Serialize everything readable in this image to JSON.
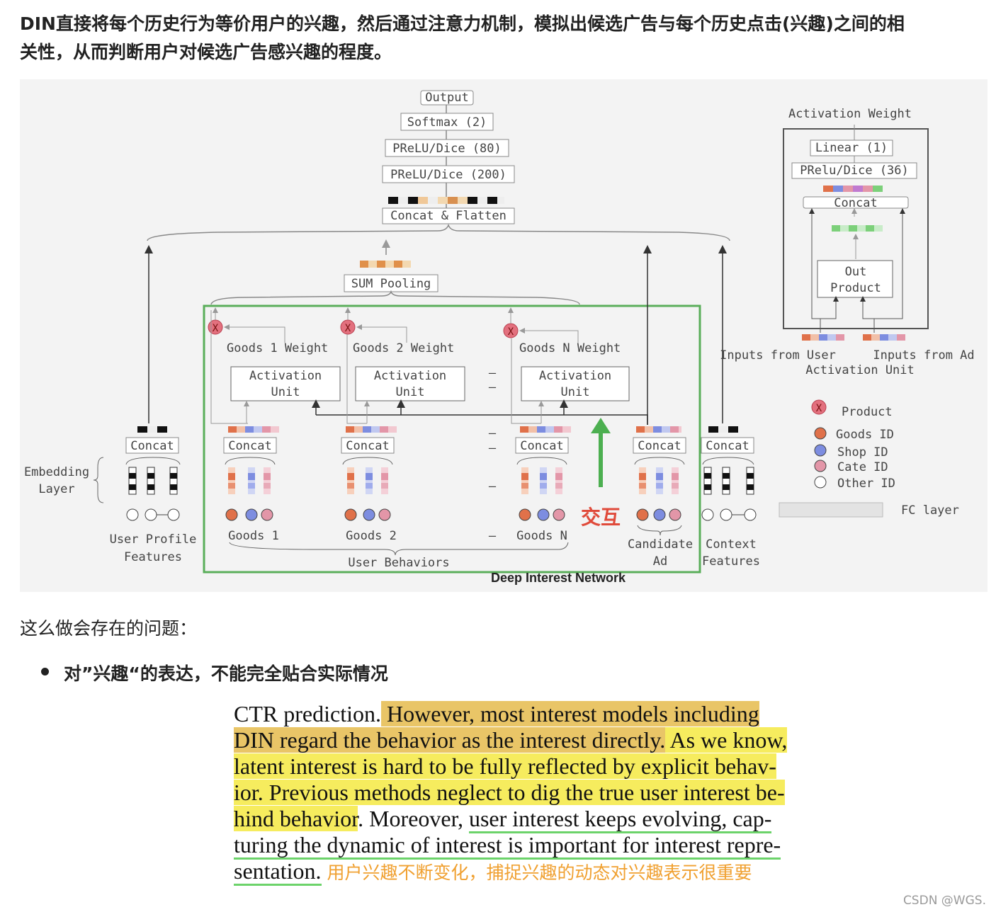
{
  "intro": {
    "line1": "DIN直接将每个历史行为等价用户的兴趣，然后通过注意力机制，模拟出候选广告与每个历史点击(兴趣)之间的相",
    "line2": "关性，从而判断用户对候选广告感兴趣的程度。"
  },
  "figure": {
    "caption": "Deep Interest Network",
    "output": "Output",
    "softmax": "Softmax (2)",
    "prelu80": "PReLU/Dice (80)",
    "prelu200": "PReLU/Dice (200)",
    "concat_flatten": "Concat & Flatten",
    "sum_pooling": "SUM Pooling",
    "goods1_weight": "Goods 1 Weight",
    "goods2_weight": "Goods 2 Weight",
    "goodsN_weight": "Goods N Weight",
    "activation_unit_l1": "Activation",
    "activation_unit_l2": "Unit",
    "concat": "Concat",
    "dash": "–",
    "goods1": "Goods 1",
    "goods2": "Goods 2",
    "goodsN": "Goods N",
    "user_behaviors": "User Behaviors",
    "candidate_ad_l1": "Candidate",
    "candidate_ad_l2": "Ad",
    "context_l1": "Context",
    "context_l2": "Features",
    "user_profile_l1": "User Profile",
    "user_profile_l2": "Features",
    "embedding_l1": "Embedding",
    "embedding_l2": "Layer",
    "interaction": "交互",
    "au_title": "Activation Weight",
    "au_linear": "Linear (1)",
    "au_prelu": "PRelu/Dice (36)",
    "au_concat": "Concat",
    "au_out_l1": "Out",
    "au_out_l2": "Product",
    "au_inputs_user": "Inputs from User",
    "au_inputs_ad": "Inputs from Ad",
    "au_caption": "Activation Unit",
    "legend_product": "Product",
    "legend_goods_id": "Goods ID",
    "legend_shop_id": "Shop ID",
    "legend_cate_id": "Cate ID",
    "legend_other_id": "Other ID",
    "legend_fc": "FC layer",
    "colors": {
      "goods": "#e0714a",
      "shop": "#7d8de0",
      "cate": "#e396a8",
      "green_box": "#5aae5a",
      "arrow_green": "#4caf50",
      "interaction_red": "#e04a3a"
    }
  },
  "problems_heading": "这么做会存在的问题：",
  "bullet": "对”兴趣“的表达，不能完全贴合实际情况",
  "excerpt": {
    "l1a": "CTR prediction.",
    "l1b": " However, most interest models including",
    "l2a": "DIN regard the behavior as the interest directly.",
    "l2b": " As we know,",
    "l3": "latent interest is hard to be fully reflected by explicit behav-",
    "l4": "ior. Previous methods neglect to dig the true user interest be-",
    "l5a": "hind behavior",
    "l5b": ". Moreover, ",
    "l5c": "user interest keeps evolving, cap-",
    "l6": "turing the dynamic of interest is important for interest repre-",
    "l7a": "sentation.",
    "l7b": "用户兴趣不断变化，捕捉兴趣的动态对兴趣表示很重要"
  },
  "watermark": "CSDN @WGS."
}
